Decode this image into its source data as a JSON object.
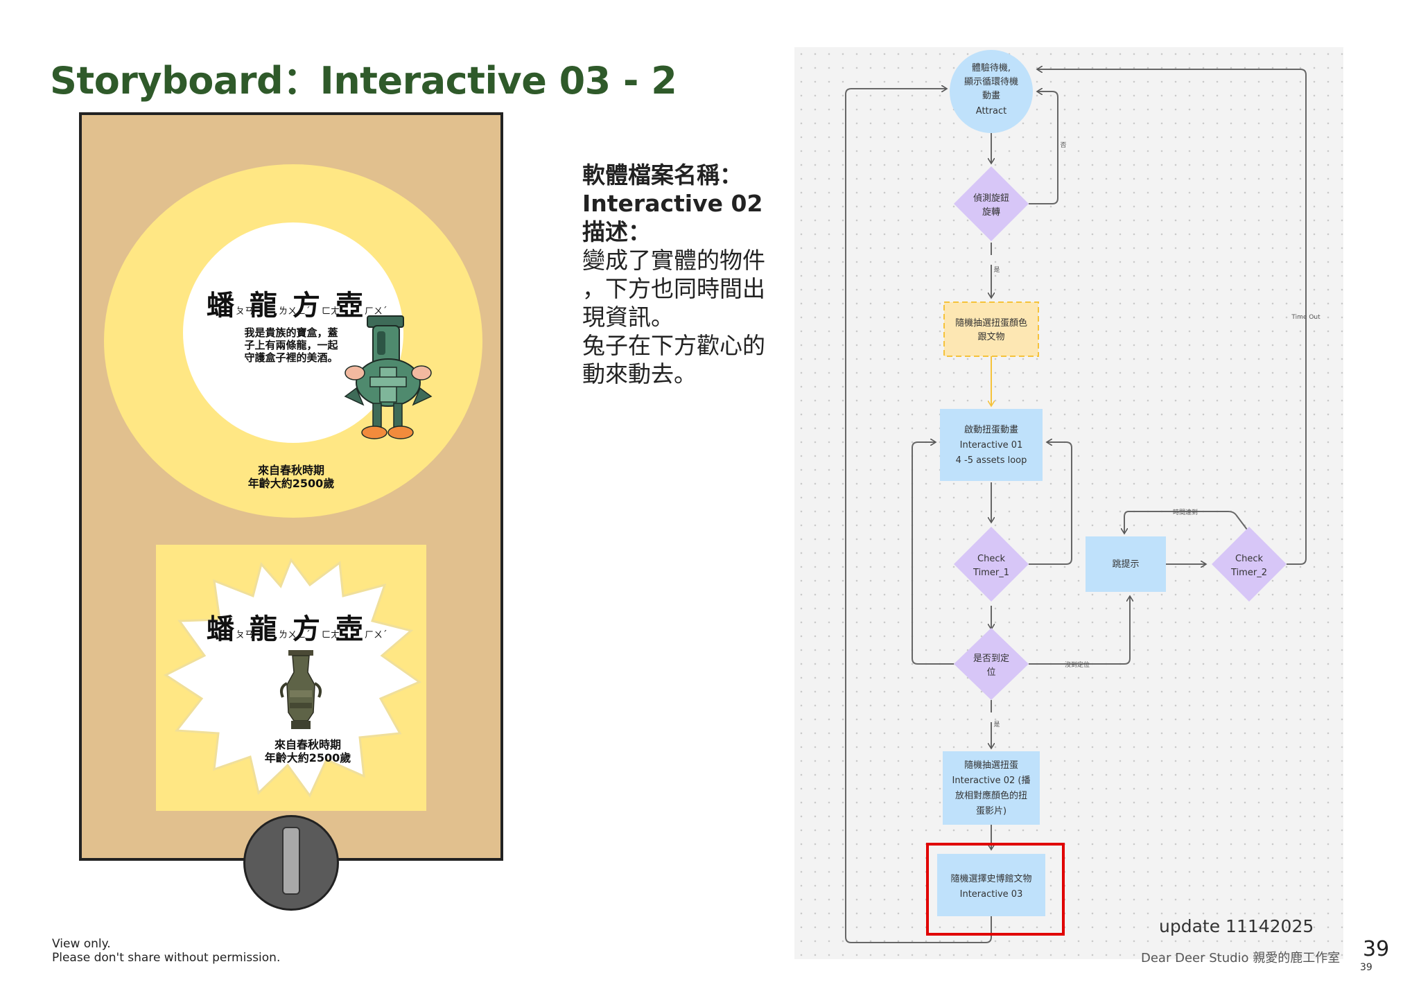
{
  "title": "Storyboard：Interactive 03 - 2",
  "storyboard": {
    "artifact": {
      "chars": [
        "蟠",
        "龍",
        "方",
        "壺"
      ],
      "bopomofo": [
        "ㄆㄢˊ",
        "ㄌㄨㄥˊ",
        "ㄈㄤ",
        "ㄏㄨˊ"
      ],
      "intro_lines": [
        "我是貴族的寶盒，蓋",
        "子上有兩條龍，一起",
        "守護盒子裡的美酒。"
      ],
      "age_lines": [
        "來自春秋時期",
        "年齡大約2500歲"
      ]
    }
  },
  "description": {
    "file_label": "軟體檔案名稱：",
    "file_name": "Interactive 02",
    "desc_label": "描述：",
    "desc_lines": [
      "變成了實體的物件",
      "，下方也同時間出",
      "現資訊。",
      "兔子在下方歡心的",
      "動來動去。"
    ]
  },
  "flowchart": {
    "nodes": {
      "attract": [
        "體驗待機,",
        "顯示循環待機",
        "動畫",
        "Attract"
      ],
      "detect": [
        "偵測旋鈕",
        "旋轉"
      ],
      "random_select": [
        "隨機抽選扭蛋顏色",
        "跟文物"
      ],
      "start_anim": [
        "啟動扭蛋動畫",
        "Interactive 01",
        "4 -5 assets loop"
      ],
      "check1": [
        "Check",
        "Timer_1"
      ],
      "hint": [
        "跳提示"
      ],
      "check2": [
        "Check",
        "Timer_2"
      ],
      "positioned": [
        "是否到定",
        "位"
      ],
      "random_egg": [
        "隨機抽選扭蛋",
        "Interactive 02 (播",
        "放相對應顏色的扭",
        "蛋影片)"
      ],
      "random_museum": [
        "隨機選擇史博館文物",
        "Interactive 03"
      ]
    },
    "edge_labels": {
      "no": "否",
      "yes_1": "是",
      "time_out": "Time Out",
      "time_reached": "時間達到",
      "not_positioned": "沒到定位",
      "yes_2": "是"
    },
    "colors": {
      "circle": "#bfe1fb",
      "diamond": "#d7c6f7",
      "rect": "#bfe1fb",
      "dashed": "#fde7b3",
      "highlight": "#e00000"
    }
  },
  "update_text": "update 11142025",
  "studio_text": "Dear Deer Studio 親愛的鹿工作室",
  "footer_lines": [
    "View only.",
    "Please don't share without permission."
  ],
  "page_number": "39",
  "page_number_small": "39"
}
